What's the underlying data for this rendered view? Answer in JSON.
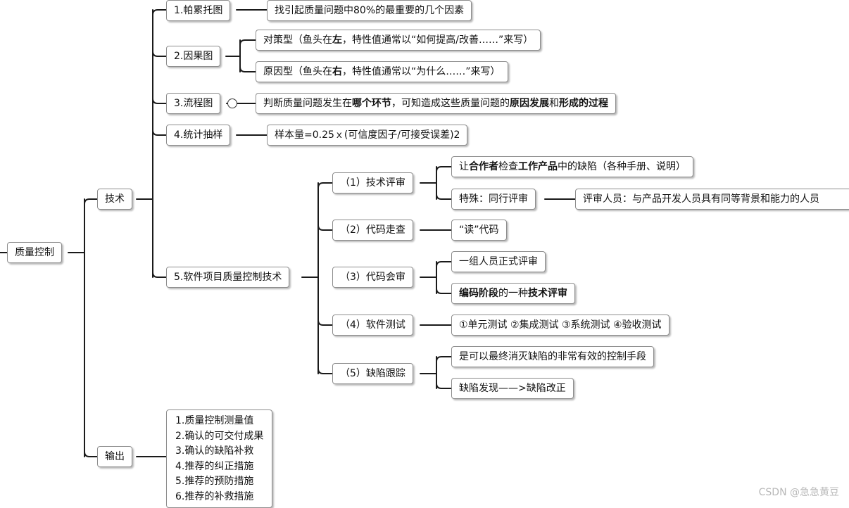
{
  "root": "质量控制",
  "tech": "技术",
  "output": "输出",
  "pareto": {
    "label": "1.帕累托图",
    "leaf": "找引起质量问题中80%的最重要的几个因素"
  },
  "fishbone": {
    "label": "2.因果图",
    "countermeasure": {
      "pre": "对策型（鱼头在",
      "strong": "左",
      "post": "，特性值通常以“如何提高/改善……”来写）"
    },
    "cause": {
      "pre": "原因型（鱼头在",
      "strong": "右",
      "post": "，特性值通常以“为什么……”来写）"
    }
  },
  "flowchart": {
    "label": "3.流程图",
    "leaf": {
      "p1": "判断质量问题发生在",
      "b1": "哪个环节",
      "p2": "，可知造成这些质量问题的",
      "b2": "原因发展",
      "p3": "和",
      "b3": "形成的过程"
    }
  },
  "sampling": {
    "label": "4.统计抽样",
    "leaf": "样本量=0.25ｘ(可信度因子/可接受误差)2"
  },
  "software": {
    "label": "5.软件项目质量控制技术",
    "review": {
      "label": "（1）技术评审",
      "leaf1": {
        "p1": "让",
        "b1": "合作者",
        "p2": "检查",
        "b2": "工作产品",
        "p3": "中的缺陷（各种手册、说明）"
      },
      "peer": "特殊：同行评审",
      "peer_leaf": "评审人员：与产品开发人员具有同等背景和能力的人员"
    },
    "walkthrough": {
      "label": "（2）代码走查",
      "leaf": "“读”代码"
    },
    "inspection": {
      "label": "（3）代码会审",
      "leaf1": "一组人员正式评审",
      "leaf2": {
        "b1": "编码阶段",
        "p1": "的一种",
        "b2": "技术评审"
      }
    },
    "testing": {
      "label": "（4）软件测试",
      "leaf": "①单元测试 ②集成测试 ③系统测试 ④验收测试"
    },
    "defect": {
      "label": "（5）缺陷跟踪",
      "leaf1": "是可以最终消灭缺陷的非常有效的控制手段",
      "leaf2": "缺陷发现——>缺陷改正"
    }
  },
  "outputs": [
    "1.质量控制测量值",
    "2.确认的可交付成果",
    "3.确认的缺陷补救",
    "4.推荐的纠正措施",
    "5.推荐的预防措施",
    "6.推荐的补救措施"
  ],
  "watermark": "CSDN @急急黄豆",
  "colors": {
    "line": "#1a1a1a",
    "border": "#8e8e8e",
    "watermark": "#b8b8b8"
  }
}
